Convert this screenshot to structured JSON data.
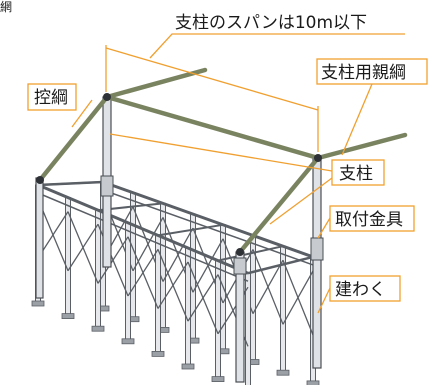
{
  "colors": {
    "leader": "#f0a030",
    "box_border": "#f0a030",
    "rope": "#7a8360",
    "frame": "#5a5f66",
    "text": "#1a1a1a"
  },
  "corner_fragment": "網",
  "title": "支柱のスパンは10m以下",
  "labels": {
    "guy_rope": "控綱",
    "main_rope": "支柱用親綱",
    "post": "支柱",
    "bracket": "取付金具",
    "frame": "建わく"
  }
}
